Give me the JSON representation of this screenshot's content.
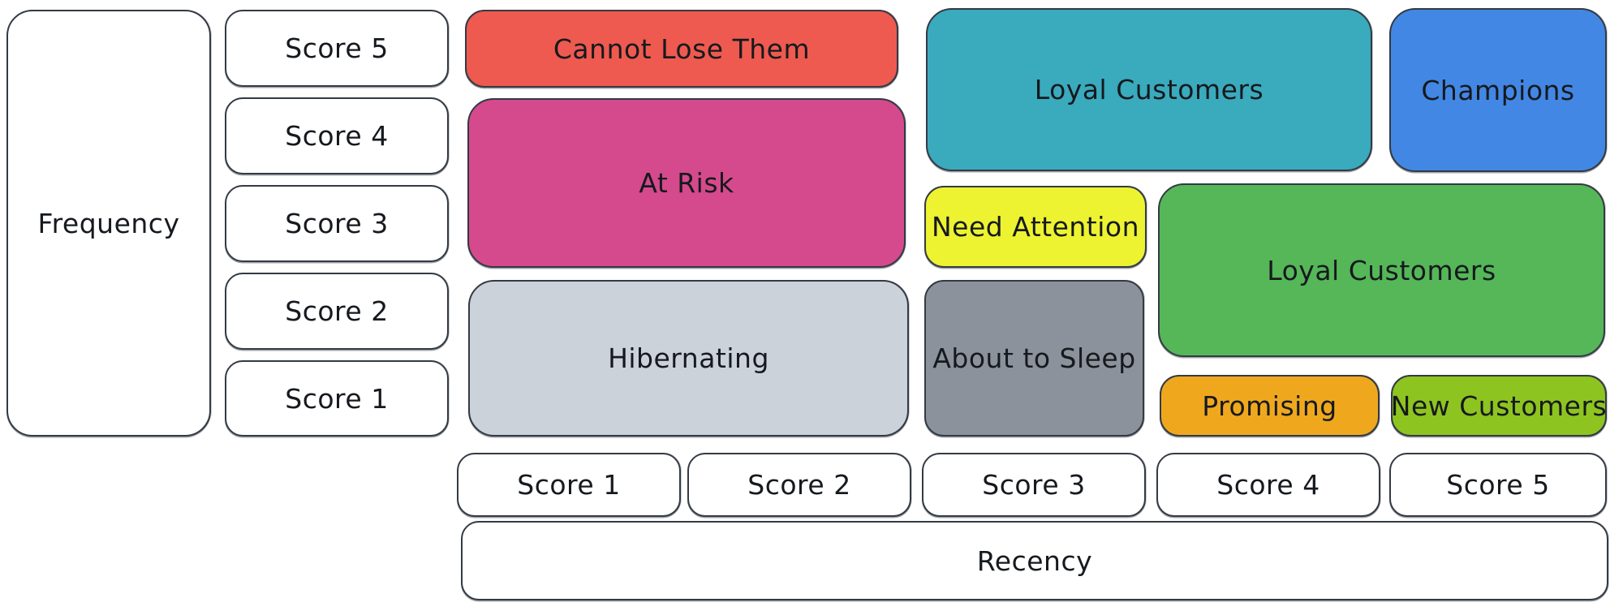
{
  "colors": {
    "background": "#ffffff",
    "stroke": "#333a44",
    "text": "#16191e"
  },
  "frequency_axis": {
    "label": "Frequency",
    "scores": [
      "Score 5",
      "Score 4",
      "Score 3",
      "Score 2",
      "Score 1"
    ]
  },
  "recency_axis": {
    "label": "Recency",
    "scores": [
      "Score 1",
      "Score 2",
      "Score 3",
      "Score 4",
      "Score 5"
    ]
  },
  "segments": [
    {
      "label": "Cannot Lose Them",
      "color": "#ee5a4f",
      "recency_scores": "1-2",
      "frequency_scores": "5"
    },
    {
      "label": "At Risk",
      "color": "#d54a8c",
      "recency_scores": "1-2",
      "frequency_scores": "3-4"
    },
    {
      "label": "Hibernating",
      "color": "#ccd2da",
      "recency_scores": "1-2",
      "frequency_scores": "1-2"
    },
    {
      "label": "Loyal Customers",
      "color": "#3aaabd",
      "recency_scores": "3-4",
      "frequency_scores": "4-5"
    },
    {
      "label": "Champions",
      "color": "#4287e3",
      "recency_scores": "5",
      "frequency_scores": "4-5"
    },
    {
      "label": "Need Attention",
      "color": "#edf331",
      "recency_scores": "3",
      "frequency_scores": "3"
    },
    {
      "label": "Loyal Customers",
      "color": "#55b758",
      "recency_scores": "4-5",
      "frequency_scores": "2-3"
    },
    {
      "label": "About to Sleep",
      "color": "#8c929b",
      "recency_scores": "3",
      "frequency_scores": "1-2"
    },
    {
      "label": "Promising",
      "color": "#efa81e",
      "recency_scores": "4",
      "frequency_scores": "1"
    },
    {
      "label": "New Customers",
      "color": "#8ec420",
      "recency_scores": "5",
      "frequency_scores": "1"
    }
  ]
}
